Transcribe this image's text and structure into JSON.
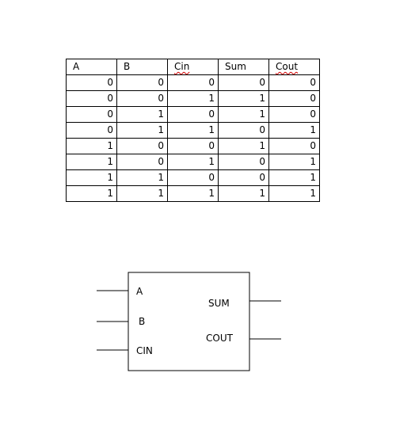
{
  "truth_table": {
    "headers": [
      "A",
      "B",
      "Cin",
      "Sum",
      "Cout"
    ],
    "rows": [
      [
        "0",
        "0",
        "0",
        "0",
        "0"
      ],
      [
        "0",
        "0",
        "1",
        "1",
        "0"
      ],
      [
        "0",
        "1",
        "0",
        "1",
        "0"
      ],
      [
        "0",
        "1",
        "1",
        "0",
        "1"
      ],
      [
        "1",
        "0",
        "0",
        "1",
        "0"
      ],
      [
        "1",
        "0",
        "1",
        "0",
        "1"
      ],
      [
        "1",
        "1",
        "0",
        "0",
        "1"
      ],
      [
        "1",
        "1",
        "1",
        "1",
        "1"
      ]
    ]
  },
  "block": {
    "inputs": [
      "A",
      "B",
      "CIN"
    ],
    "outputs": [
      "SUM",
      "COUT"
    ]
  },
  "colors": {
    "line": "#000000",
    "spellcheck_squiggle": "#d00000"
  }
}
